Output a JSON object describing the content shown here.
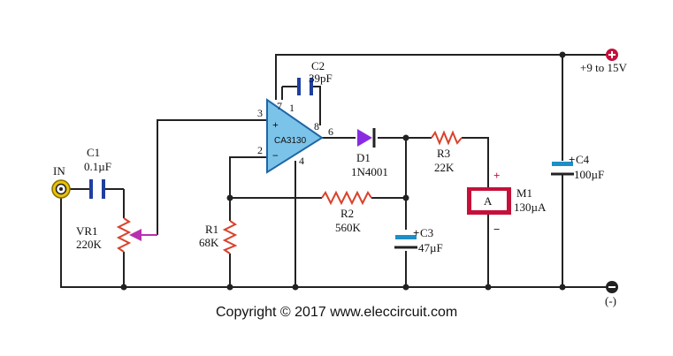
{
  "labels": {
    "input": "IN",
    "c1_name": "C1",
    "c1_value": "0.1µF",
    "vr1_name": "VR1",
    "vr1_value": "220K",
    "r1_name": "R1",
    "r1_value": "68K",
    "r2_name": "R2",
    "r2_value": "560K",
    "r3_name": "R3",
    "r3_value": "22K",
    "c2_name": "C2",
    "c2_value": "39pF",
    "c3_name": "C3",
    "c3_value": "47µF",
    "c4_name": "C4",
    "c4_value": "100µF",
    "d1_name": "D1",
    "d1_value": "1N4001",
    "m1_name": "M1",
    "m1_value": "130µA",
    "meter_symbol": "A",
    "ic_name": "CA3130",
    "supply_pos": "+9 to 15V",
    "supply_neg": "(-)",
    "copyright": "Copyright © 2017 www.eleccircuit.com"
  },
  "pins": {
    "p1": "1",
    "p2": "2",
    "p3": "3",
    "p4": "4",
    "p6": "6",
    "p7": "7",
    "p8": "8",
    "plus": "+",
    "minus": "−"
  },
  "colors": {
    "wire": "#222222",
    "cap_plate": "#1f3fa0",
    "cap_electrolytic": "#1e8ec9",
    "resistor": "#d9412b",
    "opamp_fill": "#7cc3ea",
    "opamp_stroke": "#1f66a6",
    "diode": "#8a2be2",
    "meter_frame": "#c5103a",
    "input_jack": "#e8c20a",
    "pot_arrow": "#b82fb0"
  }
}
